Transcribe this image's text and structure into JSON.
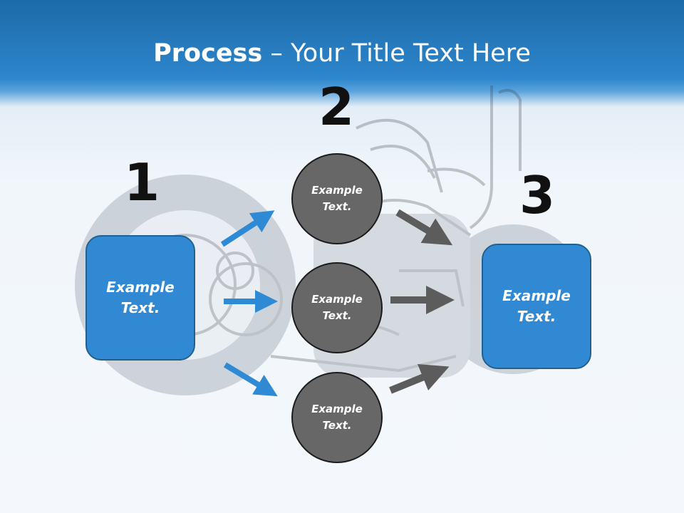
{
  "title": {
    "bold": "Process",
    "rest": " – Your Title Text Here"
  },
  "steps": [
    {
      "number": "1",
      "text": "Example Text."
    },
    {
      "number": "2",
      "texts": [
        "Example Text.",
        "Example Text.",
        "Example Text."
      ]
    },
    {
      "number": "3",
      "text": "Example Text."
    }
  ],
  "colors": {
    "header": "#2e86cc",
    "box": "#3189d4",
    "circle": "#676767",
    "arrow_blue": "#2f8ad5",
    "arrow_gray": "#5c5c5c"
  }
}
